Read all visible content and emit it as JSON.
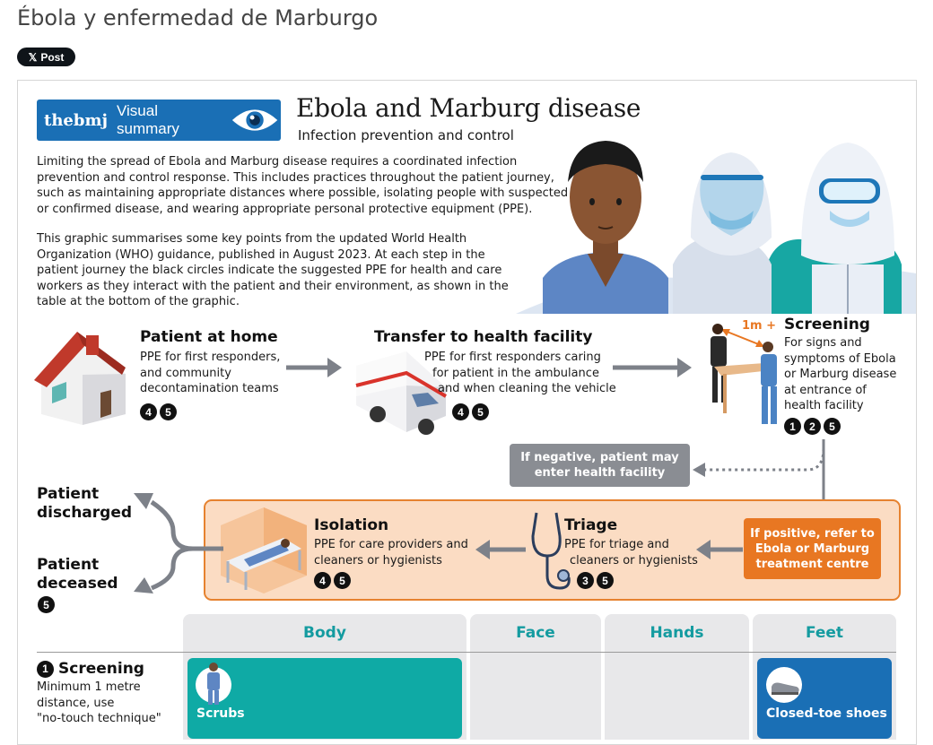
{
  "page": {
    "title": "Ébola y enfermedad de Marburgo",
    "post_button": "Post",
    "post_icon": "x-logo-icon"
  },
  "graphic": {
    "logo": {
      "brand": "thebmj",
      "label": "Visual summary",
      "icon": "eye-icon"
    },
    "title": "Ebola and Marburg disease",
    "subtitle": "Infection prevention and control",
    "intro_1_lines": [
      "Limiting the spread of Ebola and Marburg disease requires a coordinated infection",
      "prevention and control response. This includes practices throughout the patient journey,",
      "such as maintaining appropriate distances where possible, isolating people with suspected",
      "or confirmed disease, and wearing appropriate personal protective equipment (PPE)."
    ],
    "intro_2_lines": [
      "This graphic summarises some key points from the updated World Health",
      "Organization (WHO) guidance, published in August 2023. At each step in the",
      "patient journey the black circles indicate the suggested PPE for health and care",
      "workers as they interact with the patient and their environment, as shown in the",
      "table at the bottom of the graphic."
    ],
    "steps": {
      "home": {
        "title": "Patient at home",
        "lines": [
          "PPE for first responders,",
          "and community",
          "decontamination teams"
        ],
        "badges": [
          "4",
          "5"
        ]
      },
      "transfer": {
        "title": "Transfer to health facility",
        "lines": [
          "PPE for first responders caring",
          "for patient in the ambulance",
          "and when cleaning the vehicle"
        ],
        "badges": [
          "4",
          "5"
        ]
      },
      "screening": {
        "title": "Screening",
        "distance": "1m +",
        "lines": [
          "For signs and",
          "symptoms of Ebola",
          "or Marburg disease",
          "at entrance of",
          "health facility"
        ],
        "badges": [
          "1",
          "2",
          "5"
        ]
      },
      "isolation": {
        "title": "Isolation",
        "lines": [
          "PPE for care providers and",
          "cleaners or hygienists"
        ],
        "badges": [
          "4",
          "5"
        ]
      },
      "triage": {
        "title": "Triage",
        "lines": [
          "PPE for triage and",
          "cleaners or hygienists"
        ],
        "badges": [
          "3",
          "5"
        ]
      }
    },
    "negative_lines": [
      "If negative, patient may",
      "enter health facility"
    ],
    "positive_lines": [
      "If positive, refer to",
      "Ebola or Marburg",
      "treatment centre"
    ],
    "outcomes": {
      "discharged_lines": [
        "Patient",
        "discharged"
      ],
      "deceased_lines": [
        "Patient",
        "deceased"
      ],
      "deceased_badge": "5"
    },
    "table": {
      "columns": [
        "Body",
        "Face",
        "Hands",
        "Feet"
      ],
      "row1": {
        "badge": "1",
        "title": "Screening",
        "lines": [
          "Minimum 1 metre",
          "distance, use",
          "\"no-touch technique\""
        ],
        "body_label": "Scrubs",
        "feet_label": "Closed-toe shoes"
      }
    },
    "colors": {
      "bmj_blue": "#1a6fb5",
      "orange": "#e87722",
      "teal": "#0faaa5",
      "peach": "#fbdcc3",
      "grey_box": "#8a8d93"
    }
  }
}
